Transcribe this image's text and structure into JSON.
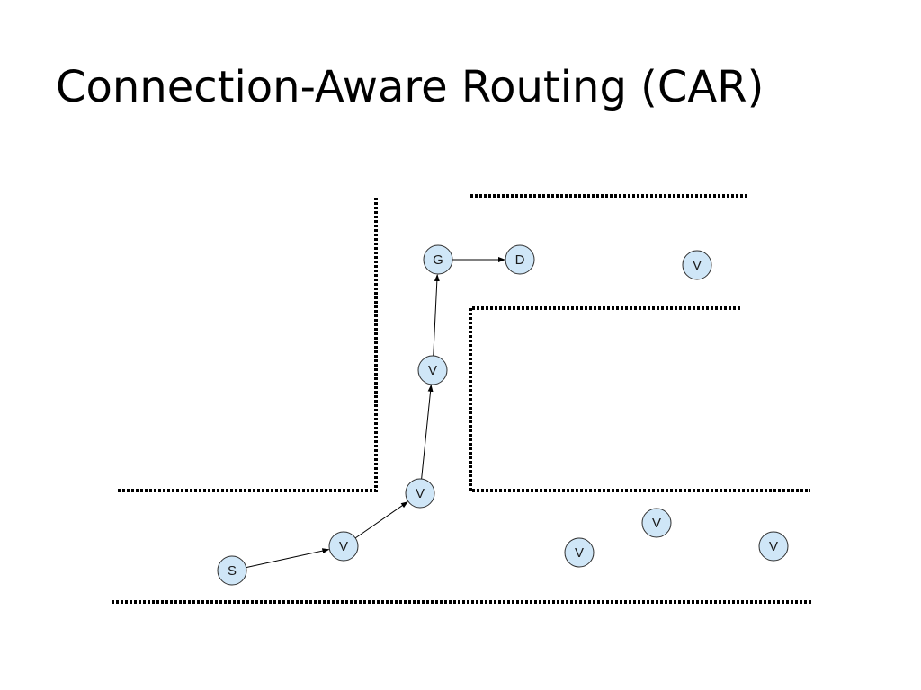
{
  "slide": {
    "title": "Connection-Aware Routing (CAR)"
  },
  "diagram": {
    "colors": {
      "node_fill": "#cfe6f7",
      "node_stroke": "#2f2f2f",
      "road_edge": "#000000",
      "link": "#000000"
    },
    "nodes": [
      {
        "id": "source",
        "label": "S"
      },
      {
        "id": "vehicle-1",
        "label": "V"
      },
      {
        "id": "vehicle-2",
        "label": "V"
      },
      {
        "id": "vehicle-3",
        "label": "V"
      },
      {
        "id": "gateway",
        "label": "G"
      },
      {
        "id": "destination",
        "label": "D"
      },
      {
        "id": "vehicle-4",
        "label": "V"
      },
      {
        "id": "vehicle-5",
        "label": "V"
      },
      {
        "id": "vehicle-6",
        "label": "V"
      },
      {
        "id": "vehicle-7",
        "label": "V"
      }
    ],
    "links": [
      {
        "from": "source",
        "to": "vehicle-1"
      },
      {
        "from": "vehicle-1",
        "to": "vehicle-2"
      },
      {
        "from": "vehicle-2",
        "to": "vehicle-3"
      },
      {
        "from": "vehicle-3",
        "to": "gateway"
      },
      {
        "from": "gateway",
        "to": "destination"
      }
    ]
  }
}
